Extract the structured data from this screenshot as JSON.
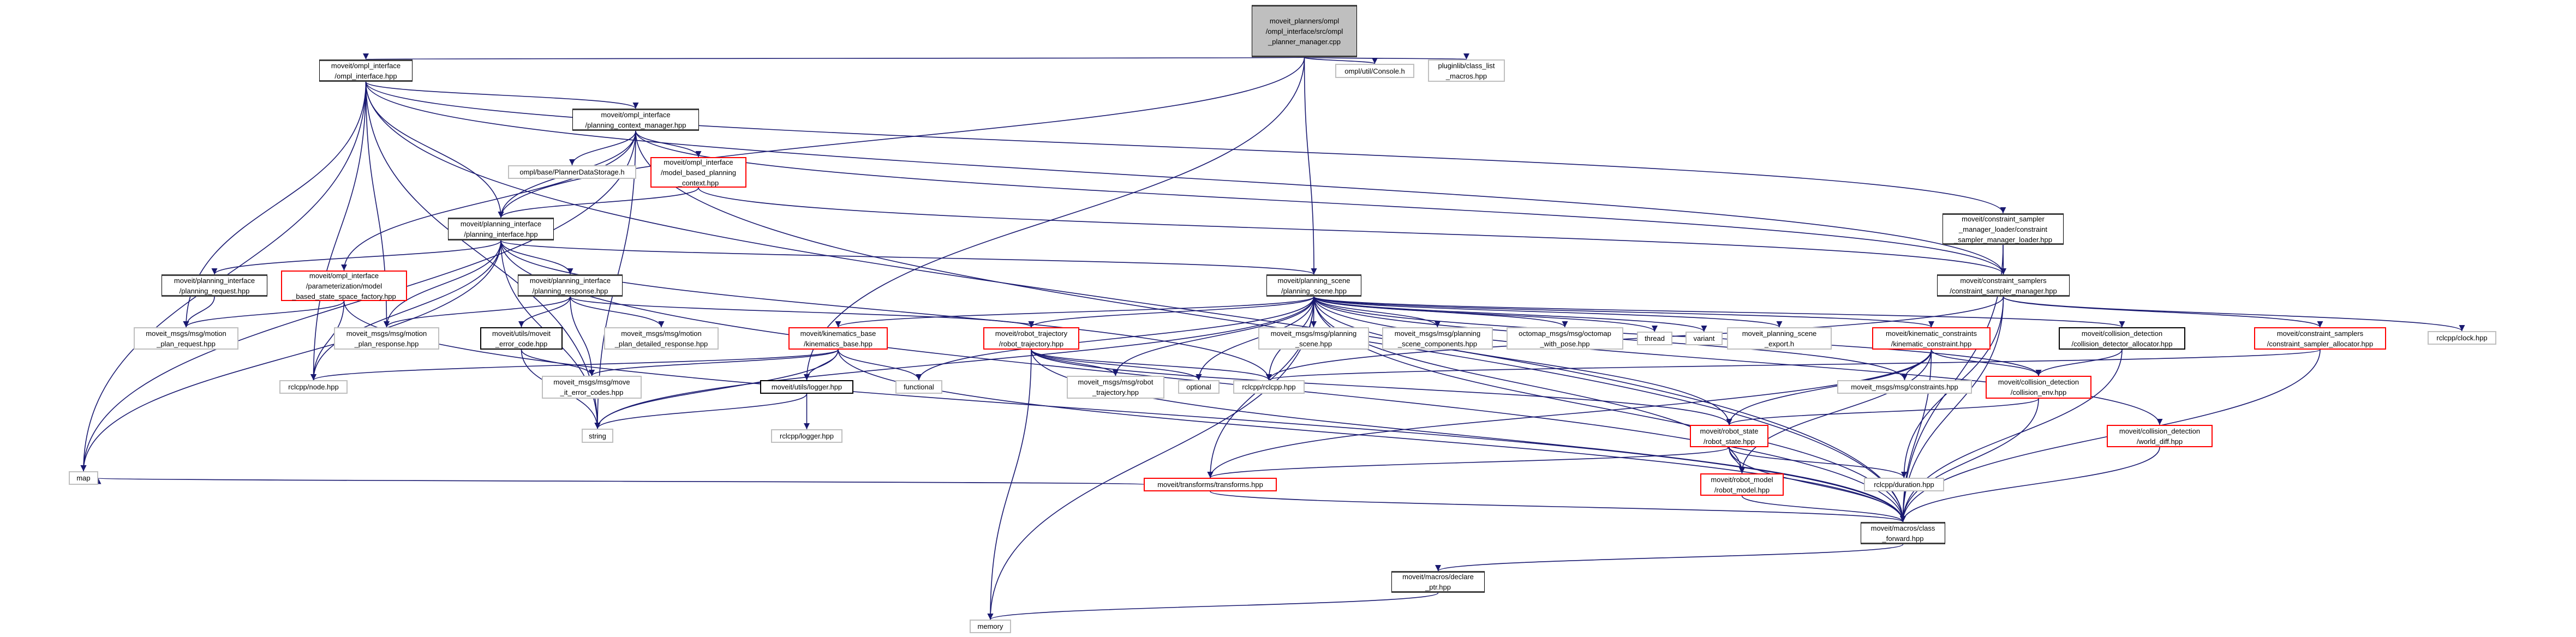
{
  "colors": {
    "edge": "#191970",
    "external_border": "#bfbfbf",
    "truncated_border": "#ff0000",
    "root_fill": "#bfbfbf"
  },
  "nodes": [
    {
      "id": "main",
      "style": "root",
      "lines": [
        "moveit_planners/ompl",
        "/ompl_interface/src/ompl",
        "_planner_manager.cpp"
      ]
    },
    {
      "id": "ompl_if",
      "style": "dark",
      "lines": [
        "moveit/ompl_interface",
        "/ompl_interface.hpp"
      ]
    },
    {
      "id": "pcm",
      "style": "dark",
      "lines": [
        "moveit/ompl_interface",
        "/planning_context_manager.hpp"
      ]
    },
    {
      "id": "pds",
      "style": "gray",
      "lines": [
        "ompl/base/PlannerDataStorage.h"
      ]
    },
    {
      "id": "mbpc",
      "style": "red",
      "lines": [
        "moveit/ompl_interface",
        "/model_based_planning",
        "_context.hpp"
      ]
    },
    {
      "id": "console",
      "style": "gray",
      "lines": [
        "ompl/util/Console.h"
      ]
    },
    {
      "id": "clm",
      "style": "gray",
      "lines": [
        "pluginlib/class_list",
        "_macros.hpp"
      ]
    },
    {
      "id": "csml",
      "style": "dark",
      "lines": [
        "moveit/constraint_sampler",
        "_manager_loader/constraint",
        "_sampler_manager_loader.hpp"
      ]
    },
    {
      "id": "pi",
      "style": "dark",
      "lines": [
        "moveit/planning_interface",
        "/planning_interface.hpp"
      ]
    },
    {
      "id": "preq",
      "style": "dark",
      "lines": [
        "moveit/planning_interface",
        "/planning_request.hpp"
      ]
    },
    {
      "id": "param",
      "style": "red",
      "lines": [
        "moveit/ompl_interface",
        "/parameterization/model",
        "_based_state_space_factory.hpp"
      ]
    },
    {
      "id": "presp",
      "style": "dark",
      "lines": [
        "moveit/planning_interface",
        "/planning_response.hpp"
      ]
    },
    {
      "id": "mpreq",
      "style": "gray",
      "lines": [
        "moveit_msgs/msg/motion",
        "_plan_request.hpp"
      ]
    },
    {
      "id": "mpresp",
      "style": "gray",
      "lines": [
        "moveit_msgs/msg/motion",
        "_plan_response.hpp"
      ]
    },
    {
      "id": "mec",
      "style": "black",
      "lines": [
        "moveit/utils/moveit",
        "_error_code.hpp"
      ]
    },
    {
      "id": "mpdr",
      "style": "gray",
      "lines": [
        "moveit_msgs/msg/motion",
        "_plan_detailed_response.hpp"
      ]
    },
    {
      "id": "node",
      "style": "gray",
      "lines": [
        "rclcpp/node.hpp"
      ]
    },
    {
      "id": "mecs",
      "style": "gray",
      "lines": [
        "moveit_msgs/msg/move",
        "_it_error_codes.hpp"
      ]
    },
    {
      "id": "string",
      "style": "gray",
      "lines": [
        "string"
      ]
    },
    {
      "id": "kb",
      "style": "red",
      "lines": [
        "moveit/kinematics_base",
        "/kinematics_base.hpp"
      ]
    },
    {
      "id": "logger",
      "style": "black",
      "lines": [
        "moveit/utils/logger.hpp"
      ]
    },
    {
      "id": "rlogger",
      "style": "gray",
      "lines": [
        "rclcpp/logger.hpp"
      ]
    },
    {
      "id": "map",
      "style": "gray",
      "lines": [
        "map"
      ]
    },
    {
      "id": "ps",
      "style": "dark",
      "lines": [
        "moveit/planning_scene",
        "/planning_scene.hpp"
      ]
    },
    {
      "id": "rt",
      "style": "red",
      "lines": [
        "moveit/robot_trajectory",
        "/robot_trajectory.hpp"
      ]
    },
    {
      "id": "functional",
      "style": "gray",
      "lines": [
        "functional"
      ]
    },
    {
      "id": "rtmsg",
      "style": "gray",
      "lines": [
        "moveit_msgs/msg/robot",
        "_trajectory.hpp"
      ]
    },
    {
      "id": "optional",
      "style": "gray",
      "lines": [
        "optional"
      ]
    },
    {
      "id": "rclcpp",
      "style": "gray",
      "lines": [
        "rclcpp/rclcpp.hpp"
      ]
    },
    {
      "id": "psmsg",
      "style": "gray",
      "lines": [
        "moveit_msgs/msg/planning",
        "_scene.hpp"
      ]
    },
    {
      "id": "pscomp",
      "style": "gray",
      "lines": [
        "moveit_msgs/msg/planning",
        "_scene_components.hpp"
      ]
    },
    {
      "id": "octo",
      "style": "gray",
      "lines": [
        "octomap_msgs/msg/octomap",
        "_with_pose.hpp"
      ]
    },
    {
      "id": "thread",
      "style": "gray",
      "lines": [
        "thread"
      ]
    },
    {
      "id": "variant",
      "style": "gray",
      "lines": [
        "variant"
      ]
    },
    {
      "id": "export",
      "style": "gray",
      "lines": [
        "moveit_planning_scene",
        "_export.h"
      ]
    },
    {
      "id": "kc",
      "style": "red",
      "lines": [
        "moveit/kinematic_constraints",
        "/kinematic_constraint.hpp"
      ]
    },
    {
      "id": "cda",
      "style": "black",
      "lines": [
        "moveit/collision_detection",
        "/collision_detector_allocator.hpp"
      ]
    },
    {
      "id": "csa",
      "style": "red",
      "lines": [
        "moveit/constraint_samplers",
        "/constraint_sampler_allocator.hpp"
      ]
    },
    {
      "id": "clock",
      "style": "gray",
      "lines": [
        "rclcpp/clock.hpp"
      ]
    },
    {
      "id": "csm",
      "style": "dark",
      "lines": [
        "moveit/constraint_samplers",
        "/constraint_sampler_manager.hpp"
      ]
    },
    {
      "id": "constraints",
      "style": "gray",
      "lines": [
        "moveit_msgs/msg/constraints.hpp"
      ]
    },
    {
      "id": "cenv",
      "style": "red",
      "lines": [
        "moveit/collision_detection",
        "/collision_env.hpp"
      ]
    },
    {
      "id": "wd",
      "style": "red",
      "lines": [
        "moveit/collision_detection",
        "/world_diff.hpp"
      ]
    },
    {
      "id": "rs",
      "style": "red",
      "lines": [
        "moveit/robot_state",
        "/robot_state.hpp"
      ]
    },
    {
      "id": "rm",
      "style": "red",
      "lines": [
        "moveit/robot_model",
        "/robot_model.hpp"
      ]
    },
    {
      "id": "duration",
      "style": "gray",
      "lines": [
        "rclcpp/duration.hpp"
      ]
    },
    {
      "id": "transforms",
      "style": "red",
      "lines": [
        "moveit/transforms/transforms.hpp"
      ]
    },
    {
      "id": "cf",
      "style": "dark",
      "lines": [
        "moveit/macros/class",
        "_forward.hpp"
      ]
    },
    {
      "id": "dp",
      "style": "dark",
      "lines": [
        "moveit/macros/declare",
        "_ptr.hpp"
      ]
    },
    {
      "id": "memory",
      "style": "gray",
      "lines": [
        "memory"
      ]
    }
  ],
  "edges": [
    [
      "main",
      "ompl_if"
    ],
    [
      "main",
      "pi"
    ],
    [
      "main",
      "logger"
    ],
    [
      "main",
      "ps"
    ],
    [
      "main",
      "console"
    ],
    [
      "main",
      "clm"
    ],
    [
      "ompl_if",
      "pcm"
    ],
    [
      "ompl_if",
      "pi"
    ],
    [
      "ompl_if",
      "csml"
    ],
    [
      "ompl_if",
      "csm"
    ],
    [
      "ompl_if",
      "cf"
    ],
    [
      "ompl_if",
      "map"
    ],
    [
      "ompl_if",
      "string"
    ],
    [
      "ompl_if",
      "node"
    ],
    [
      "ompl_if",
      "mpreq"
    ],
    [
      "ompl_if",
      "mpresp"
    ],
    [
      "pcm",
      "pds"
    ],
    [
      "pcm",
      "mbpc"
    ],
    [
      "pcm",
      "pi"
    ],
    [
      "pcm",
      "map"
    ],
    [
      "pcm",
      "string"
    ],
    [
      "pcm",
      "param"
    ],
    [
      "pcm",
      "csm"
    ],
    [
      "pcm",
      "cf"
    ],
    [
      "mbpc",
      "pi"
    ],
    [
      "mbpc",
      "csm"
    ],
    [
      "pi",
      "preq"
    ],
    [
      "pi",
      "presp"
    ],
    [
      "pi",
      "map"
    ],
    [
      "pi",
      "node"
    ],
    [
      "pi",
      "mpresp"
    ],
    [
      "pi",
      "string"
    ],
    [
      "pi",
      "ps"
    ],
    [
      "pi",
      "cf"
    ],
    [
      "pi",
      "rclcpp"
    ],
    [
      "preq",
      "mpreq"
    ],
    [
      "param",
      "mpreq"
    ],
    [
      "param",
      "node"
    ],
    [
      "param",
      "cf"
    ],
    [
      "presp",
      "mpresp"
    ],
    [
      "presp",
      "mec"
    ],
    [
      "presp",
      "mecs"
    ],
    [
      "presp",
      "mpdr"
    ],
    [
      "presp",
      "rt"
    ],
    [
      "mec",
      "mecs"
    ],
    [
      "mec",
      "string"
    ],
    [
      "kb",
      "node"
    ],
    [
      "kb",
      "mecs"
    ],
    [
      "kb",
      "string"
    ],
    [
      "kb",
      "logger"
    ],
    [
      "kb",
      "functional"
    ],
    [
      "kb",
      "cf"
    ],
    [
      "logger",
      "string"
    ],
    [
      "logger",
      "rlogger"
    ],
    [
      "ps",
      "kb"
    ],
    [
      "ps",
      "rt"
    ],
    [
      "ps",
      "functional"
    ],
    [
      "ps",
      "rtmsg"
    ],
    [
      "ps",
      "optional"
    ],
    [
      "ps",
      "rclcpp"
    ],
    [
      "ps",
      "psmsg"
    ],
    [
      "ps",
      "pscomp"
    ],
    [
      "ps",
      "octo"
    ],
    [
      "ps",
      "thread"
    ],
    [
      "ps",
      "variant"
    ],
    [
      "ps",
      "export"
    ],
    [
      "ps",
      "kc"
    ],
    [
      "ps",
      "cda"
    ],
    [
      "ps",
      "rs"
    ],
    [
      "ps",
      "rm"
    ],
    [
      "ps",
      "transforms"
    ],
    [
      "ps",
      "cf"
    ],
    [
      "ps",
      "memory"
    ],
    [
      "ps",
      "wd"
    ],
    [
      "ps",
      "cenv"
    ],
    [
      "ps",
      "constraints"
    ],
    [
      "ps",
      "string"
    ],
    [
      "rt",
      "rtmsg"
    ],
    [
      "rt",
      "optional"
    ],
    [
      "rt",
      "rclcpp"
    ],
    [
      "rt",
      "rs"
    ],
    [
      "rt",
      "cf"
    ],
    [
      "rt",
      "memory"
    ],
    [
      "kc",
      "constraints"
    ],
    [
      "kc",
      "cenv"
    ],
    [
      "kc",
      "rs"
    ],
    [
      "kc",
      "rm"
    ],
    [
      "kc",
      "cf"
    ],
    [
      "kc",
      "transforms"
    ],
    [
      "cda",
      "cenv"
    ],
    [
      "cda",
      "cf"
    ],
    [
      "csa",
      "rclcpp"
    ],
    [
      "csa",
      "cf"
    ],
    [
      "csml",
      "csm"
    ],
    [
      "csml",
      "cf"
    ],
    [
      "csm",
      "csa"
    ],
    [
      "csm",
      "clock"
    ],
    [
      "csm",
      "rclcpp"
    ],
    [
      "csm",
      "cf"
    ],
    [
      "csm",
      "duration"
    ],
    [
      "cenv",
      "rs"
    ],
    [
      "cenv",
      "cf"
    ],
    [
      "wd",
      "cf"
    ],
    [
      "rs",
      "rm"
    ],
    [
      "rs",
      "transforms"
    ],
    [
      "rs",
      "duration"
    ],
    [
      "rs",
      "cf"
    ],
    [
      "rm",
      "cf"
    ],
    [
      "transforms",
      "map"
    ],
    [
      "transforms",
      "cf"
    ],
    [
      "cf",
      "dp"
    ],
    [
      "dp",
      "memory"
    ]
  ]
}
